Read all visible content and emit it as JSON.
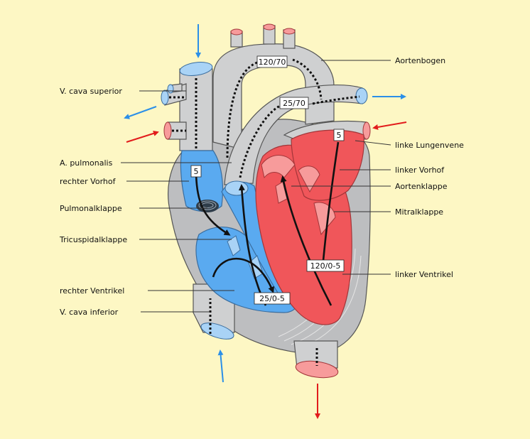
{
  "labels": {
    "v_cava_superior": "V. cava superior",
    "a_pulmonalis": "A. pulmonalis",
    "rechter_vorhof": "rechter Vorhof",
    "pulmonalklappe": "Pulmonalklappe",
    "tricuspidalklappe": "Tricuspidalklappe",
    "rechter_ventrikel": "rechter Ventrikel",
    "v_cava_inferior": "V. cava inferior",
    "aortenbogen": "Aortenbogen",
    "linke_lungenvene": "linke Lungenvene",
    "linker_vorhof": "linker Vorhof",
    "aortenklappe": "Aortenklappe",
    "mitralklappe": "Mitralklappe",
    "linker_ventrikel": "linker Ventrikel"
  },
  "pressures": {
    "aorta": "120/70",
    "pulmonary_artery": "25/70",
    "right_atrium": "5",
    "left_atrium": "5",
    "left_ventricle": "120/0-5",
    "right_ventricle": "25/0-5"
  },
  "colors": {
    "background": "#fdf7c4",
    "deoxygenated": "#5aaaf0",
    "oxygenated": "#f0565a",
    "vessel": "#cfd0d1",
    "arrow_blue": "#2b8fe8",
    "arrow_red": "#e21c1c"
  }
}
